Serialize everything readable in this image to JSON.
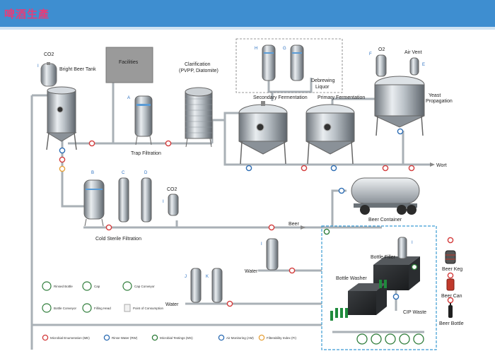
{
  "header": {
    "title": "啤酒生產"
  },
  "labels": {
    "co2_top": "CO2",
    "bright_beer_tank": "Bright Beer Tank",
    "facilities": "Facilities",
    "clarification": "Clarification",
    "clarification_sub": "(PVPP, Diatomite)",
    "trap_filtration": "Trap Filtration",
    "secondary_fermentation": "Secondary Fermentation",
    "primary_fermentation": "Primary Fermentation",
    "debrewing": "Debrewing",
    "liquor": "Liquor",
    "o2": "O2",
    "air_vent": "Air Vent",
    "yeast": "Yeast",
    "propagation": "Propagation",
    "wort": "Wort",
    "co2_mid": "CO2",
    "cold_sterile_filtration": "Cold Sterile Filtration",
    "beer": "Beer",
    "beer_container": "Beer Container",
    "water_1": "Water",
    "water_2": "Water",
    "bottle_filler": "Bottle Filler",
    "bottle_washer": "Bottle Washer",
    "cip_waste": "CIP Waste",
    "beer_keg": "Beer Keg",
    "beer_can": "Beer Can",
    "beer_bottle": "Beer Bottle"
  },
  "letters": {
    "I1": "I",
    "A": "A",
    "B": "B",
    "C": "C",
    "D": "D",
    "I2": "I",
    "H": "H",
    "G": "G",
    "F": "F",
    "E": "E",
    "I3": "I",
    "J": "J",
    "K": "K",
    "I4": "I"
  },
  "legend_top": [
    "Rinsed Bottle",
    "Cap",
    "Cap Conveyor",
    "Bottle Conveyor",
    "Filling Head",
    "Point of Consumption"
  ],
  "legend_bottom": [
    "Microbial Enumeration (ME)",
    "Rinse Water (RW)",
    "Microbial Testings (MS)",
    "Air Monitoring (AM)",
    "Filterability Index (FI)"
  ],
  "colors": {
    "header": "#3e8ed0",
    "title": "#e33d7a",
    "pipe": "#b8bec4",
    "pipe_edge": "#8b939b",
    "red_marker": "#d33b3b",
    "blue_marker": "#2c6cb3",
    "orange_marker": "#e6a23c",
    "dashed_box": "#3b9bd3",
    "gray_box": "#8f8f8f"
  }
}
